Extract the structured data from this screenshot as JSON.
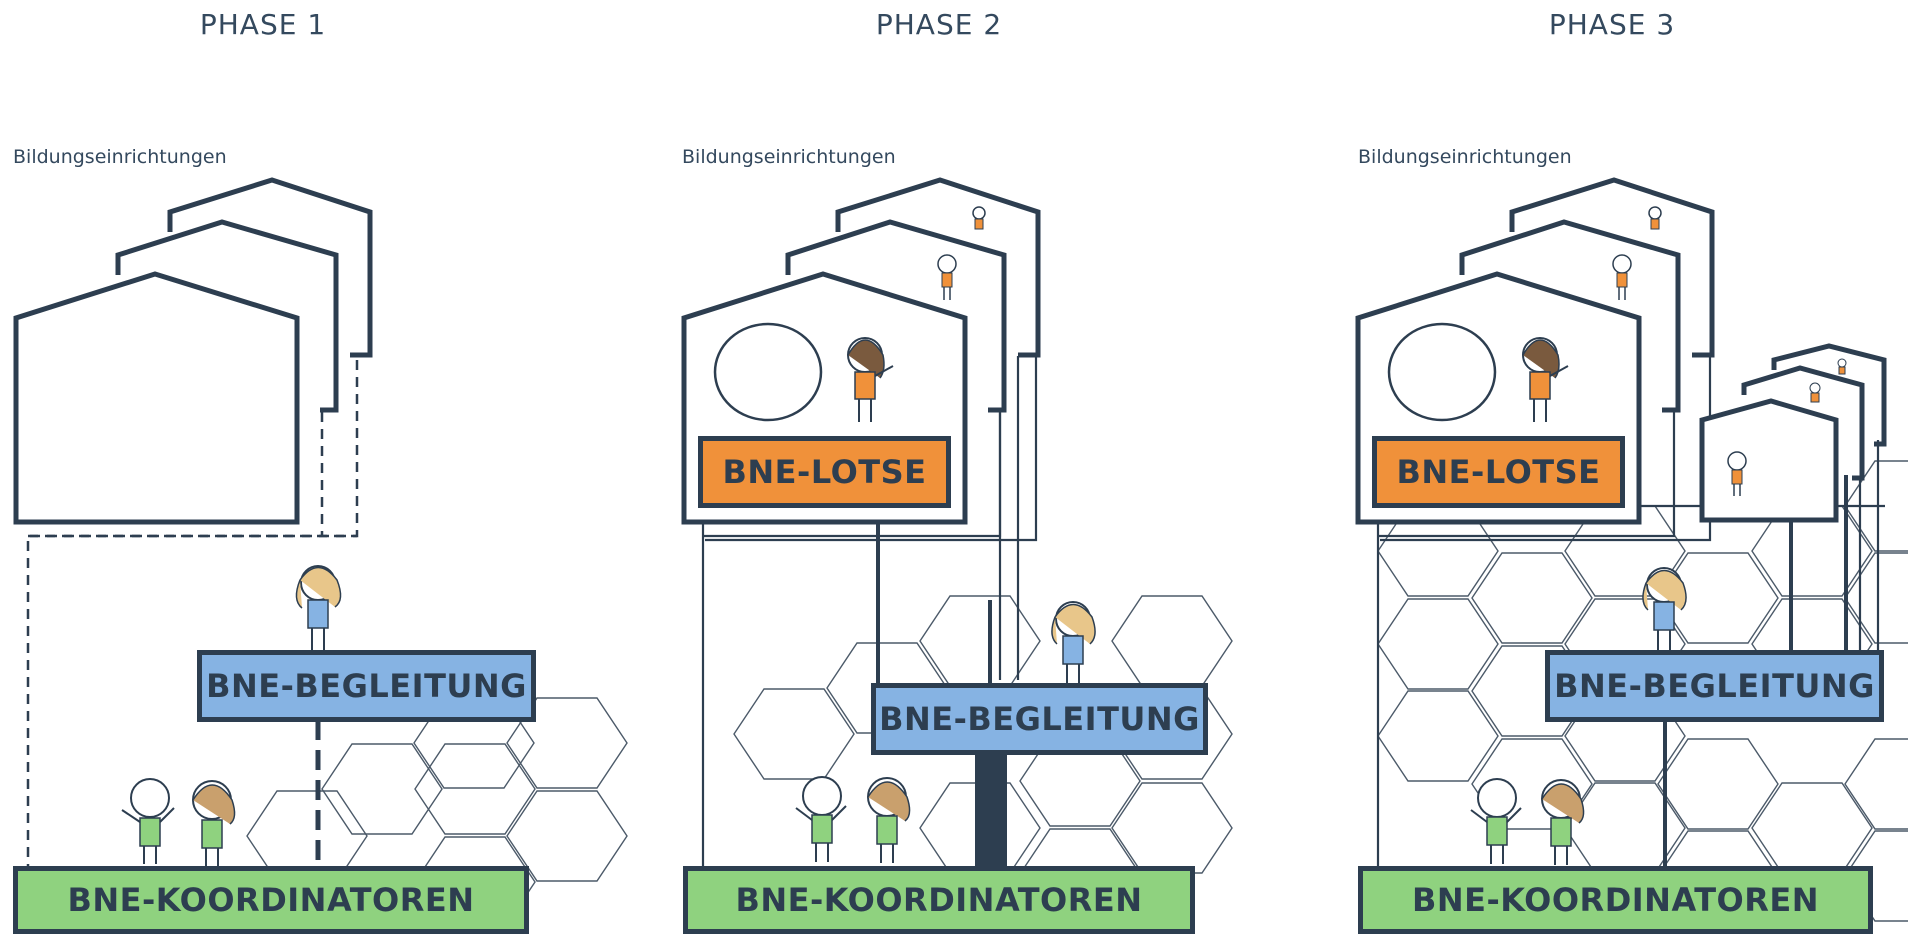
{
  "phases": [
    {
      "title": "PHASE 1",
      "sublabel": "Bildungseinrichtungen",
      "begleitung": "BNE-BEGLEITUNG",
      "koordinatoren": "BNE-KOORDINATOREN"
    },
    {
      "title": "PHASE 2",
      "sublabel": "Bildungseinrichtungen",
      "lotse": "BNE-LOTSE",
      "begleitung": "BNE-BEGLEITUNG",
      "koordinatoren": "BNE-KOORDINATOREN"
    },
    {
      "title": "PHASE 3",
      "sublabel": "Bildungseinrichtungen",
      "lotse": "BNE-LOTSE",
      "begleitung": "BNE-BEGLEITUNG",
      "koordinatoren": "BNE-KOORDINATOREN"
    }
  ],
  "colors": {
    "koordinatoren": "#8fd27f",
    "begleitung": "#86b3e3",
    "lotse": "#f0913a",
    "line": "#2d3e50"
  }
}
